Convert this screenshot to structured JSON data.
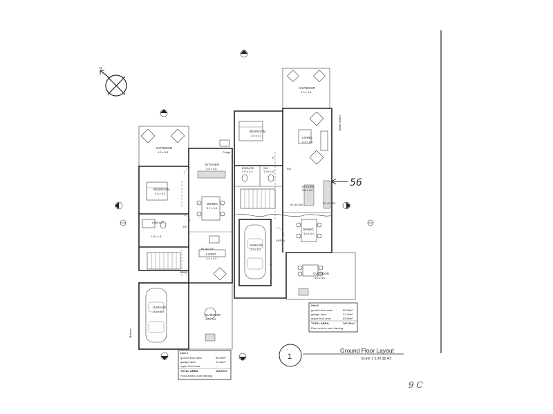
{
  "title_block": {
    "number": "1",
    "title": "Ground Floor Layout",
    "scale": "Scale 1:100 @ A3"
  },
  "annotation": {
    "handwritten_number": "56",
    "page_mark": "9 C"
  },
  "rooms": {
    "unit1_outdoor_rear": {
      "name": "OUTDOOR",
      "dims": "4.2 x 3.8"
    },
    "unit1_kitchen": {
      "name": "KITCHEN",
      "dims": "3.5 x 3.8"
    },
    "unit1_bedroom": {
      "name": "BEDROOM",
      "dims": "3.5 x 3.2"
    },
    "unit1_dining": {
      "name": "DINING",
      "dims": "3.7 x 3.0"
    },
    "unit1_ensuite": {
      "name": "ENSUITE",
      "dims": "1.9 x 1.6"
    },
    "unit1_living": {
      "name": "LIVING",
      "dims": "4.3 x 3.5"
    },
    "unit1_garage": {
      "name": "GARAGE",
      "dims": "3.3 x 6.2"
    },
    "unit1_outdoor_front": {
      "name": "OUTDOOR",
      "dims": "4.6 x 3.5"
    },
    "unit2_outdoor_rear": {
      "name": "OUTDOOR",
      "dims": "4.0 x 2.8"
    },
    "unit2_bedroom": {
      "name": "BEDROOM",
      "dims": "3.5 x 3.3"
    },
    "unit2_living": {
      "name": "LIVING",
      "dims": "4.4 x 3.5"
    },
    "unit2_ensuite": {
      "name": "ENSUITE",
      "dims": "2.5 x 2.3"
    },
    "unit2_wc": {
      "name": "WIL",
      "dims": "1.9 x 1.8"
    },
    "unit2_kitchen": {
      "name": "KITCHEN",
      "dims": "3.5 x 3.0"
    },
    "unit2_garage": {
      "name": "GARAGE",
      "dims": "3.3 x 6.2"
    },
    "unit2_dining": {
      "name": "DINING",
      "dims": "3.6 x 3.5"
    },
    "unit2_outdoor_front": {
      "name": "OUTDOOR",
      "dims": "6.5 x 4.0"
    }
  },
  "labels": {
    "entry": "ENTRY",
    "level_1": "RL 40.320",
    "level_2": "RL 40.320",
    "level_3": "RL 40.320",
    "fridge": "Fridge",
    "robe": "RO",
    "water_heater": "Water heater",
    "mailbox": "Mailbox",
    "ref_a": "A",
    "ref_b": "B"
  },
  "area_tables": {
    "unit1": {
      "heading": "Unit 1",
      "rows": [
        {
          "label": "ground floor area:",
          "value": "80.50m²"
        },
        {
          "label": "garage area:",
          "value": "21.31m²"
        },
        {
          "label": "upper floor area:",
          "value": "..."
        },
        {
          "label": "TOTAL AREA:",
          "value": "108.07m²"
        }
      ],
      "note": "Floor area to over framing"
    },
    "unit2": {
      "heading": "Unit 2",
      "rows": [
        {
          "label": "ground floor area:",
          "value": "80.50m²"
        },
        {
          "label": "garage area:",
          "value": "21.29m²"
        },
        {
          "label": "upper floor area:",
          "value": "65.68m²"
        },
        {
          "label": "TOTAL AREA:",
          "value": "167.47m²"
        }
      ],
      "note": "Floor area to over framing"
    }
  }
}
